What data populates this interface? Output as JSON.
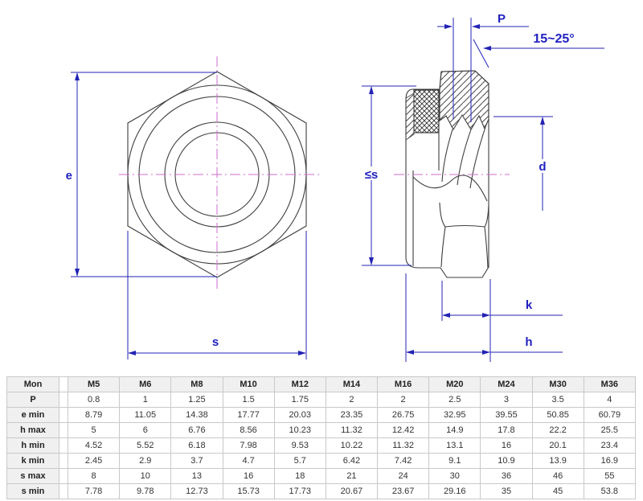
{
  "drawing": {
    "labels": {
      "e": "e",
      "s": "s",
      "p": "P",
      "angle": "15~25°",
      "le_s": "≤s",
      "d": "d",
      "k": "k",
      "h": "h"
    }
  },
  "colors": {
    "dimension_blue": "#2323b4",
    "centerline_pink": "#cf6ecf",
    "outline_gray": "#3d3d3d",
    "table_border": "#c9c9c9",
    "table_header_bg": "#f0f0f0"
  },
  "table": {
    "header": [
      "Mon",
      "M5",
      "M6",
      "M8",
      "M10",
      "M12",
      "M14",
      "M16",
      "M20",
      "M24",
      "M30",
      "M36"
    ],
    "rows": [
      {
        "label": "P",
        "values": [
          "0.8",
          "1",
          "1.25",
          "1.5",
          "1.75",
          "2",
          "2",
          "2.5",
          "3",
          "3.5",
          "4"
        ]
      },
      {
        "label": "e min",
        "values": [
          "8.79",
          "11.05",
          "14.38",
          "17.77",
          "20.03",
          "23.35",
          "26.75",
          "32.95",
          "39.55",
          "50.85",
          "60.79"
        ]
      },
      {
        "label": "h max",
        "values": [
          "5",
          "6",
          "6.76",
          "8.56",
          "10.23",
          "11.32",
          "12.42",
          "14.9",
          "17.8",
          "22.2",
          "25.5"
        ]
      },
      {
        "label": "h min",
        "values": [
          "4.52",
          "5.52",
          "6.18",
          "7.98",
          "9.53",
          "10.22",
          "11.32",
          "13.1",
          "16",
          "20.1",
          "23.4"
        ]
      },
      {
        "label": "k min",
        "values": [
          "2.45",
          "2.9",
          "3.7",
          "4.7",
          "5.7",
          "6.42",
          "7.42",
          "9.1",
          "10.9",
          "13.9",
          "16.9"
        ]
      },
      {
        "label": "s max",
        "values": [
          "8",
          "10",
          "13",
          "16",
          "18",
          "21",
          "24",
          "30",
          "36",
          "46",
          "55"
        ]
      },
      {
        "label": "s min",
        "values": [
          "7.78",
          "9.78",
          "12.73",
          "15.73",
          "17.73",
          "20.67",
          "23.67",
          "29.16",
          "35",
          "45",
          "53.8"
        ]
      }
    ]
  }
}
